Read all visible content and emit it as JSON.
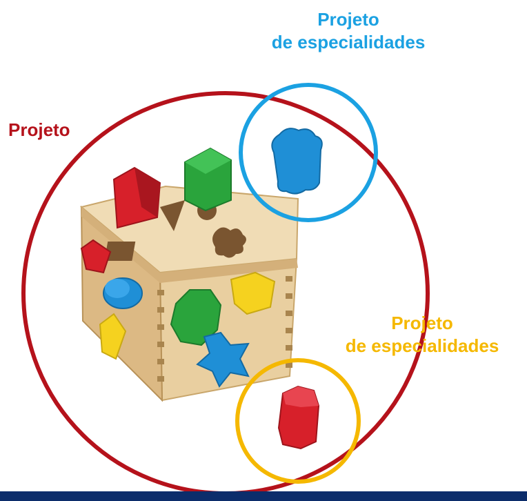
{
  "labels": {
    "top_specialties": [
      "Projeto",
      "de especialidades"
    ],
    "main_project": "Projeto",
    "bottom_specialties": [
      "Projeto",
      "de especialidades"
    ]
  },
  "colors": {
    "main_circle": "#b5121b",
    "top_circle": "#1ba1e2",
    "bottom_circle": "#f5b800",
    "top_label": "#1ba1e2",
    "main_label": "#b5121b",
    "bottom_label": "#f5b800",
    "footer_bar": "#0c2d6b",
    "wood": "#e9cfa0",
    "shape_red": "#d7202a",
    "shape_green": "#2aa43c",
    "shape_blue": "#1f8fd6",
    "shape_yellow": "#f5d21f"
  },
  "scene": {
    "main_object": "wooden shape sorter cube",
    "top_piece": "blue flower block",
    "bottom_piece": "red hexagon block"
  }
}
